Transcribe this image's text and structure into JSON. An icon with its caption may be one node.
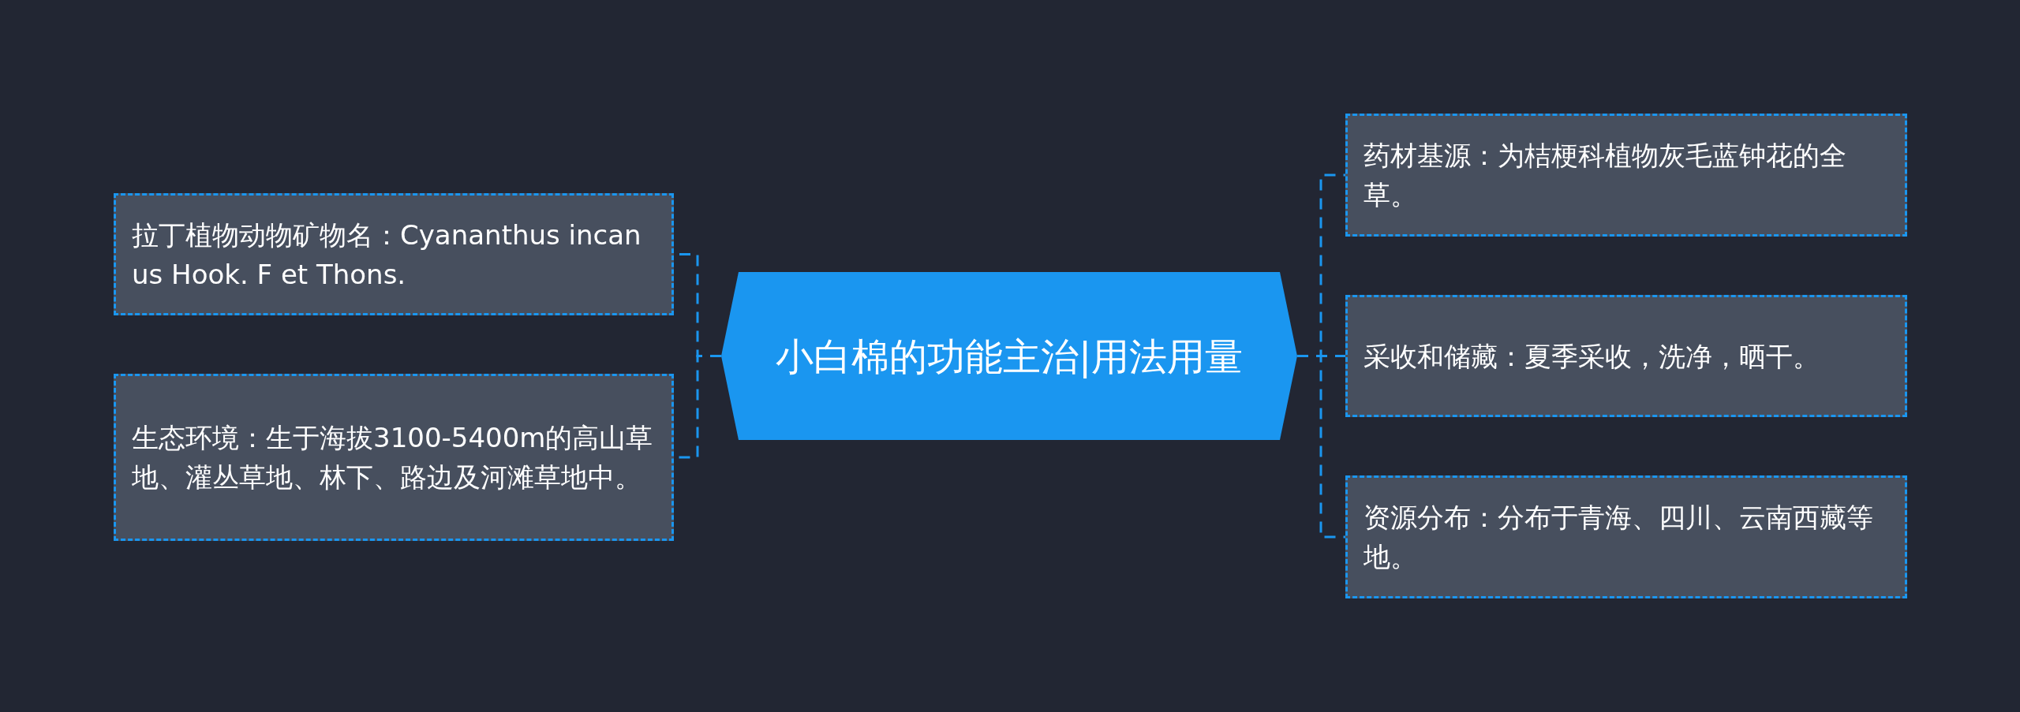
{
  "diagram": {
    "nodes": [
      {
        "text": [
          "小白棉的功能主治|用法用量"
        ]
      },
      {
        "text": [
          "拉丁植物动物矿物名：Cyananthus incanus Hook. F et Thons."
        ]
      },
      {
        "text": [
          "生态环境：生于海拔3100-5400m的高山草地、灌丛草地、林下、路边及河滩草地中。"
        ]
      },
      {
        "text": [
          "药材基源：为桔梗科植物灰毛蓝钟花的全草。"
        ]
      },
      {
        "text": [
          "采收和储藏：夏季采收，洗净，晒干。"
        ]
      },
      {
        "text": [
          "资源分布：分布于青海、四川、云南西藏等地。"
        ]
      }
    ],
    "edges": [
      {
        "from": 0,
        "to": 1,
        "arrow": "none",
        "style": "dashed"
      },
      {
        "from": 0,
        "to": 2,
        "arrow": "none",
        "style": "dashed"
      },
      {
        "from": 0,
        "to": 3,
        "arrow": "none",
        "style": "dashed"
      },
      {
        "from": 0,
        "to": 4,
        "arrow": "none",
        "style": "dashed"
      },
      {
        "from": 0,
        "to": 5,
        "arrow": "none",
        "style": "dashed"
      }
    ]
  }
}
